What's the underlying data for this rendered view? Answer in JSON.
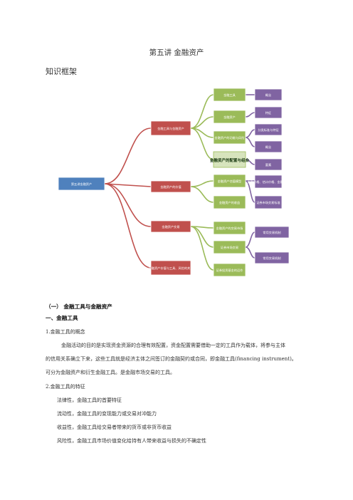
{
  "doc": {
    "title": "第五讲  金融资产",
    "subtitle": "知识框架"
  },
  "diagram": {
    "root": "第五讲金融资产",
    "level1": [
      "金融工具与金融资产",
      "金融资产的价值",
      "金融资产交易",
      "金融资产价值与工具、风险的关系"
    ],
    "level2": [
      "金融工具",
      "金融资产",
      "金融资产的功能与风险",
      "金融资产的配置与组合",
      "金融资产估值模型",
      "金融资产的收益",
      "金融资产的交易市场",
      "证券市场交易",
      "证券投资基金的运作"
    ],
    "level3": [
      "概念",
      "特征",
      "分类标准与特征",
      "概念",
      "要素",
      "金融价格、估计价格、金融价格",
      "证券市场交易标准",
      "常用交易机制",
      "常用交易机制"
    ]
  },
  "content": {
    "section": "（一）  金融工具与金融资产",
    "subsection": "一、金融工具",
    "item1_heading": "1.金融工具的概念",
    "para1_line1": "金融活动的目的是实现资金资源的合理有效配置，资金配置需要借助一定的工具作为载体，将参与主体",
    "para1_line2": "的信用关系确立下来，这些工具就是经济主体之间签订的金融契约或合同，即金融工具(financing instrument)。",
    "para1_line3": "可分为金融资产和衍生金融工具。是金融市场交易的工具。",
    "item2_heading": "2.金融工具的特征",
    "features": [
      "法律性，金融工具的首要特征",
      "流动性，金融工具的变现能力或交易对冲能力",
      "收益性，金融工具给交易者带来的货币或非货币收益",
      "风险性，金融工具市场价值变化给持有人带来收益与损失的不确定性"
    ]
  },
  "colors": {
    "blue": "#4f81bd",
    "red": "#c0504d",
    "green": "#9bbb59",
    "purple": "#8064a2"
  }
}
